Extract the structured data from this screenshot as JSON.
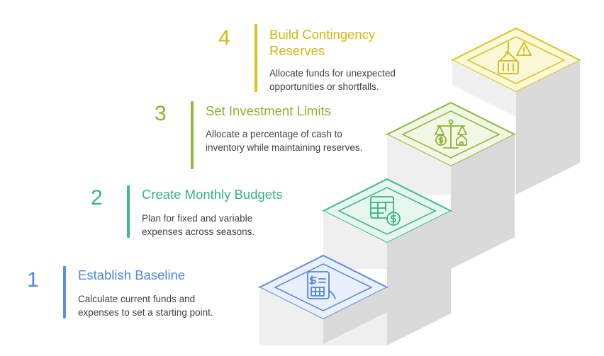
{
  "steps": [
    {
      "number": "1",
      "title": "Establish Baseline",
      "description": "Calculate current funds and expenses to set a starting point.",
      "color": "#5b8ee0",
      "icon": "budget-calculator-icon"
    },
    {
      "number": "2",
      "title": "Create Monthly Budgets",
      "description": "Plan for fixed and variable expenses across seasons.",
      "color": "#3dbb86",
      "icon": "spreadsheet-dollar-icon"
    },
    {
      "number": "3",
      "title": "Set Investment Limits",
      "description": "Allocate a percentage of cash to inventory while maintaining reserves.",
      "color": "#90b83c",
      "icon": "balance-scale-icon"
    },
    {
      "number": "4",
      "title": "Build Contingency Reserves",
      "description": "Allocate funds for unexpected opportunities or shortfalls.",
      "color": "#d9c21d",
      "icon": "crane-warning-icon"
    }
  ]
}
